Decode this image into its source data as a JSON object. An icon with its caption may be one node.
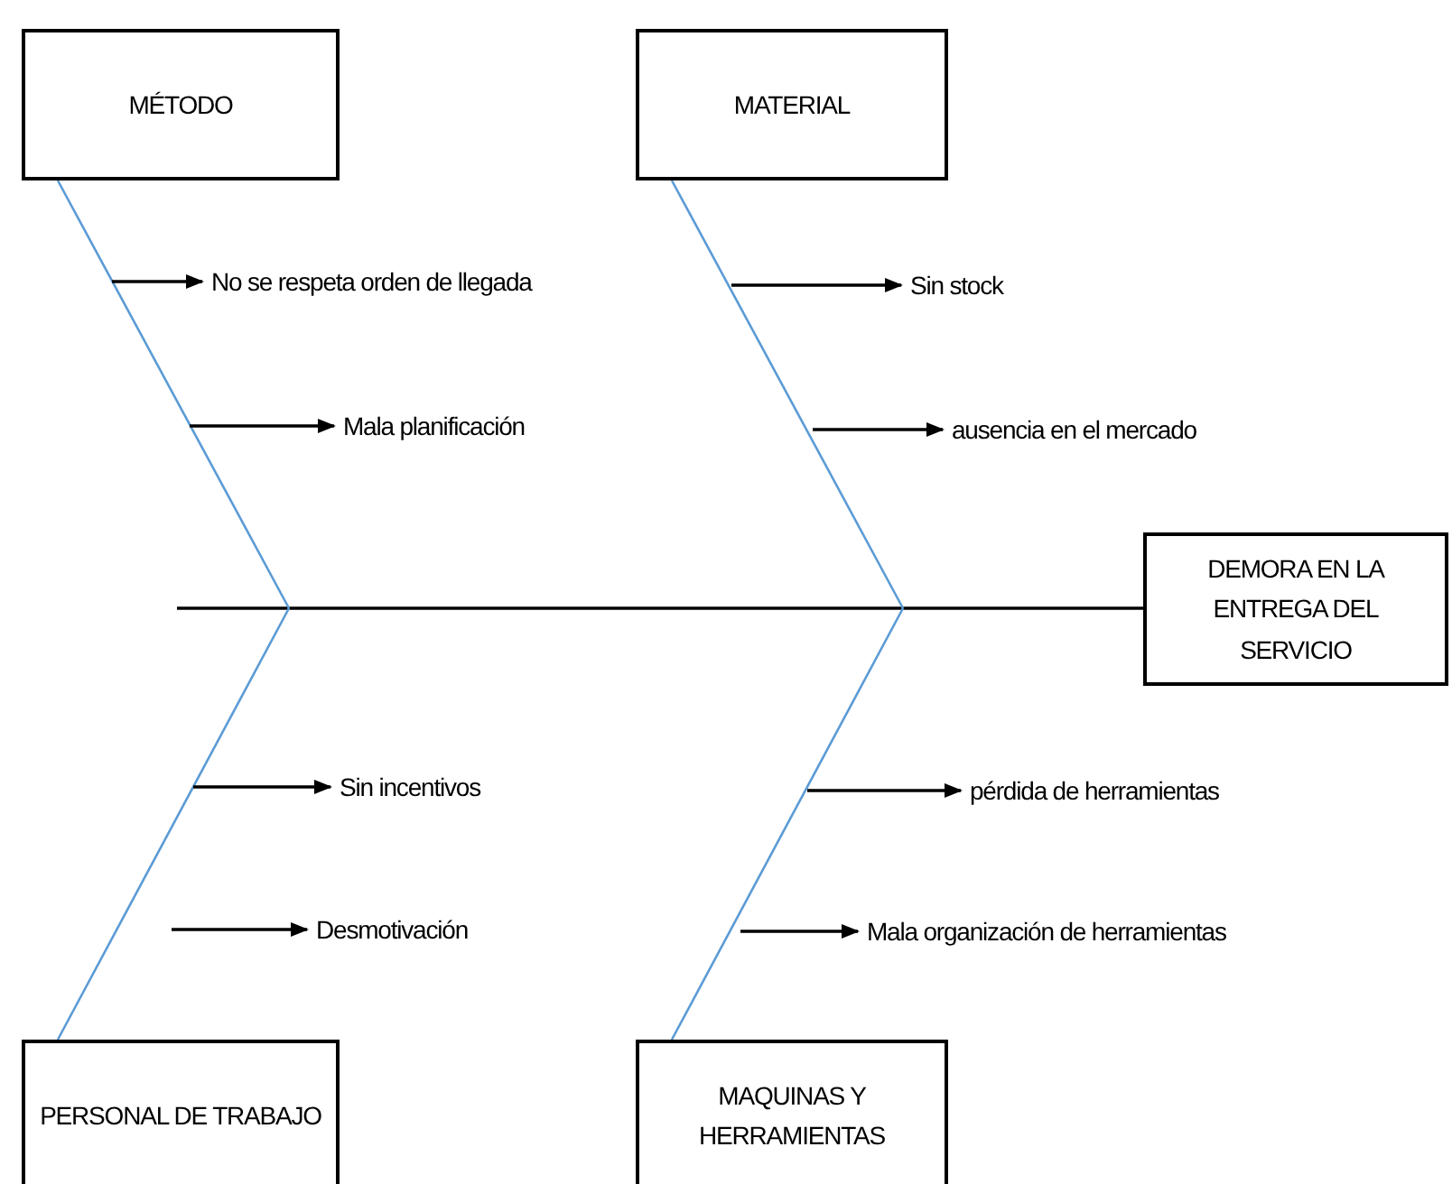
{
  "diagram": {
    "nodes": [
      {
        "text": [
          "MÉTODO"
        ]
      },
      {
        "text": [
          "MATERIAL"
        ]
      },
      {
        "text": [
          "DEMORA EN LA ENTREGA DEL SERVICIO"
        ]
      },
      {
        "text": [
          "PERSONAL DE TRABAJO"
        ]
      },
      {
        "text": [
          "MAQUINAS Y HERRAMIENTAS"
        ]
      },
      {
        "text": [
          "No se respeta orden de llegada"
        ]
      },
      {
        "text": [
          "Mala planificación"
        ]
      },
      {
        "text": [
          "Sin stock"
        ]
      },
      {
        "text": [
          "ausencia en el mercado"
        ]
      },
      {
        "text": [
          "Sin incentivos"
        ]
      },
      {
        "text": [
          "Desmotivación"
        ]
      },
      {
        "text": [
          "pérdida de herramientas"
        ]
      },
      {
        "text": [
          "Mala organización de herramientas"
        ]
      }
    ],
    "edges": [
      {
        "from": null,
        "to": 2,
        "arrow": "none"
      },
      {
        "from": 0,
        "to": null,
        "arrow": "none",
        "color": "#5b9bd5"
      },
      {
        "from": 1,
        "to": null,
        "arrow": "none",
        "color": "#5b9bd5"
      },
      {
        "from": 3,
        "to": null,
        "arrow": "none",
        "color": "#5b9bd5"
      },
      {
        "from": 4,
        "to": null,
        "arrow": "none",
        "color": "#5b9bd5"
      },
      {
        "from": null,
        "to": 5,
        "arrow": "to"
      },
      {
        "from": null,
        "to": 6,
        "arrow": "to"
      },
      {
        "from": null,
        "to": 7,
        "arrow": "to"
      },
      {
        "from": null,
        "to": 8,
        "arrow": "to"
      },
      {
        "from": null,
        "to": 9,
        "arrow": "to"
      },
      {
        "from": null,
        "to": 10,
        "arrow": "to"
      },
      {
        "from": null,
        "to": 11,
        "arrow": "to"
      },
      {
        "from": null,
        "to": 12,
        "arrow": "to"
      }
    ]
  }
}
